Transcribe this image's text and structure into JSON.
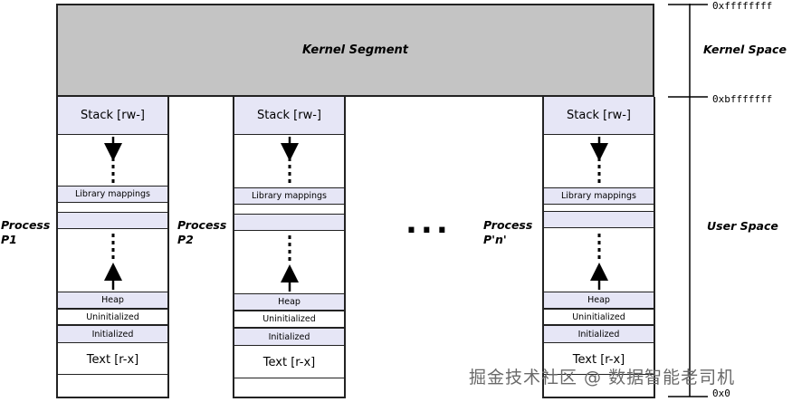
{
  "kernel": {
    "label": "Kernel Segment"
  },
  "right_labels": {
    "kernel_space": "Kernel Space",
    "user_space": "User Space",
    "addr_top": "0xffffffff",
    "addr_mid": "0xbfffffff",
    "addr_bottom": "0x0"
  },
  "processes": [
    {
      "name_line1": "Process",
      "name_line2": "P1",
      "stack": "Stack [rw-]",
      "library": "Library mappings",
      "heap": "Heap",
      "uninit": "Uninitialized",
      "init": "Initialized",
      "text": "Text [r-x]"
    },
    {
      "name_line1": "Process",
      "name_line2": "P2",
      "stack": "Stack [rw-]",
      "library": "Library mappings",
      "heap": "Heap",
      "uninit": "Uninitialized",
      "init": "Initialized",
      "text": "Text [r-x]"
    },
    {
      "name_line1": "Process",
      "name_line2": "P'n'",
      "stack": "Stack [rw-]",
      "library": "Library mappings",
      "heap": "Heap",
      "uninit": "Uninitialized",
      "init": "Initialized",
      "text": "Text [r-x]"
    }
  ],
  "ellipsis": "...",
  "watermark": "掘金技术社区 @ 数据智能老司机"
}
